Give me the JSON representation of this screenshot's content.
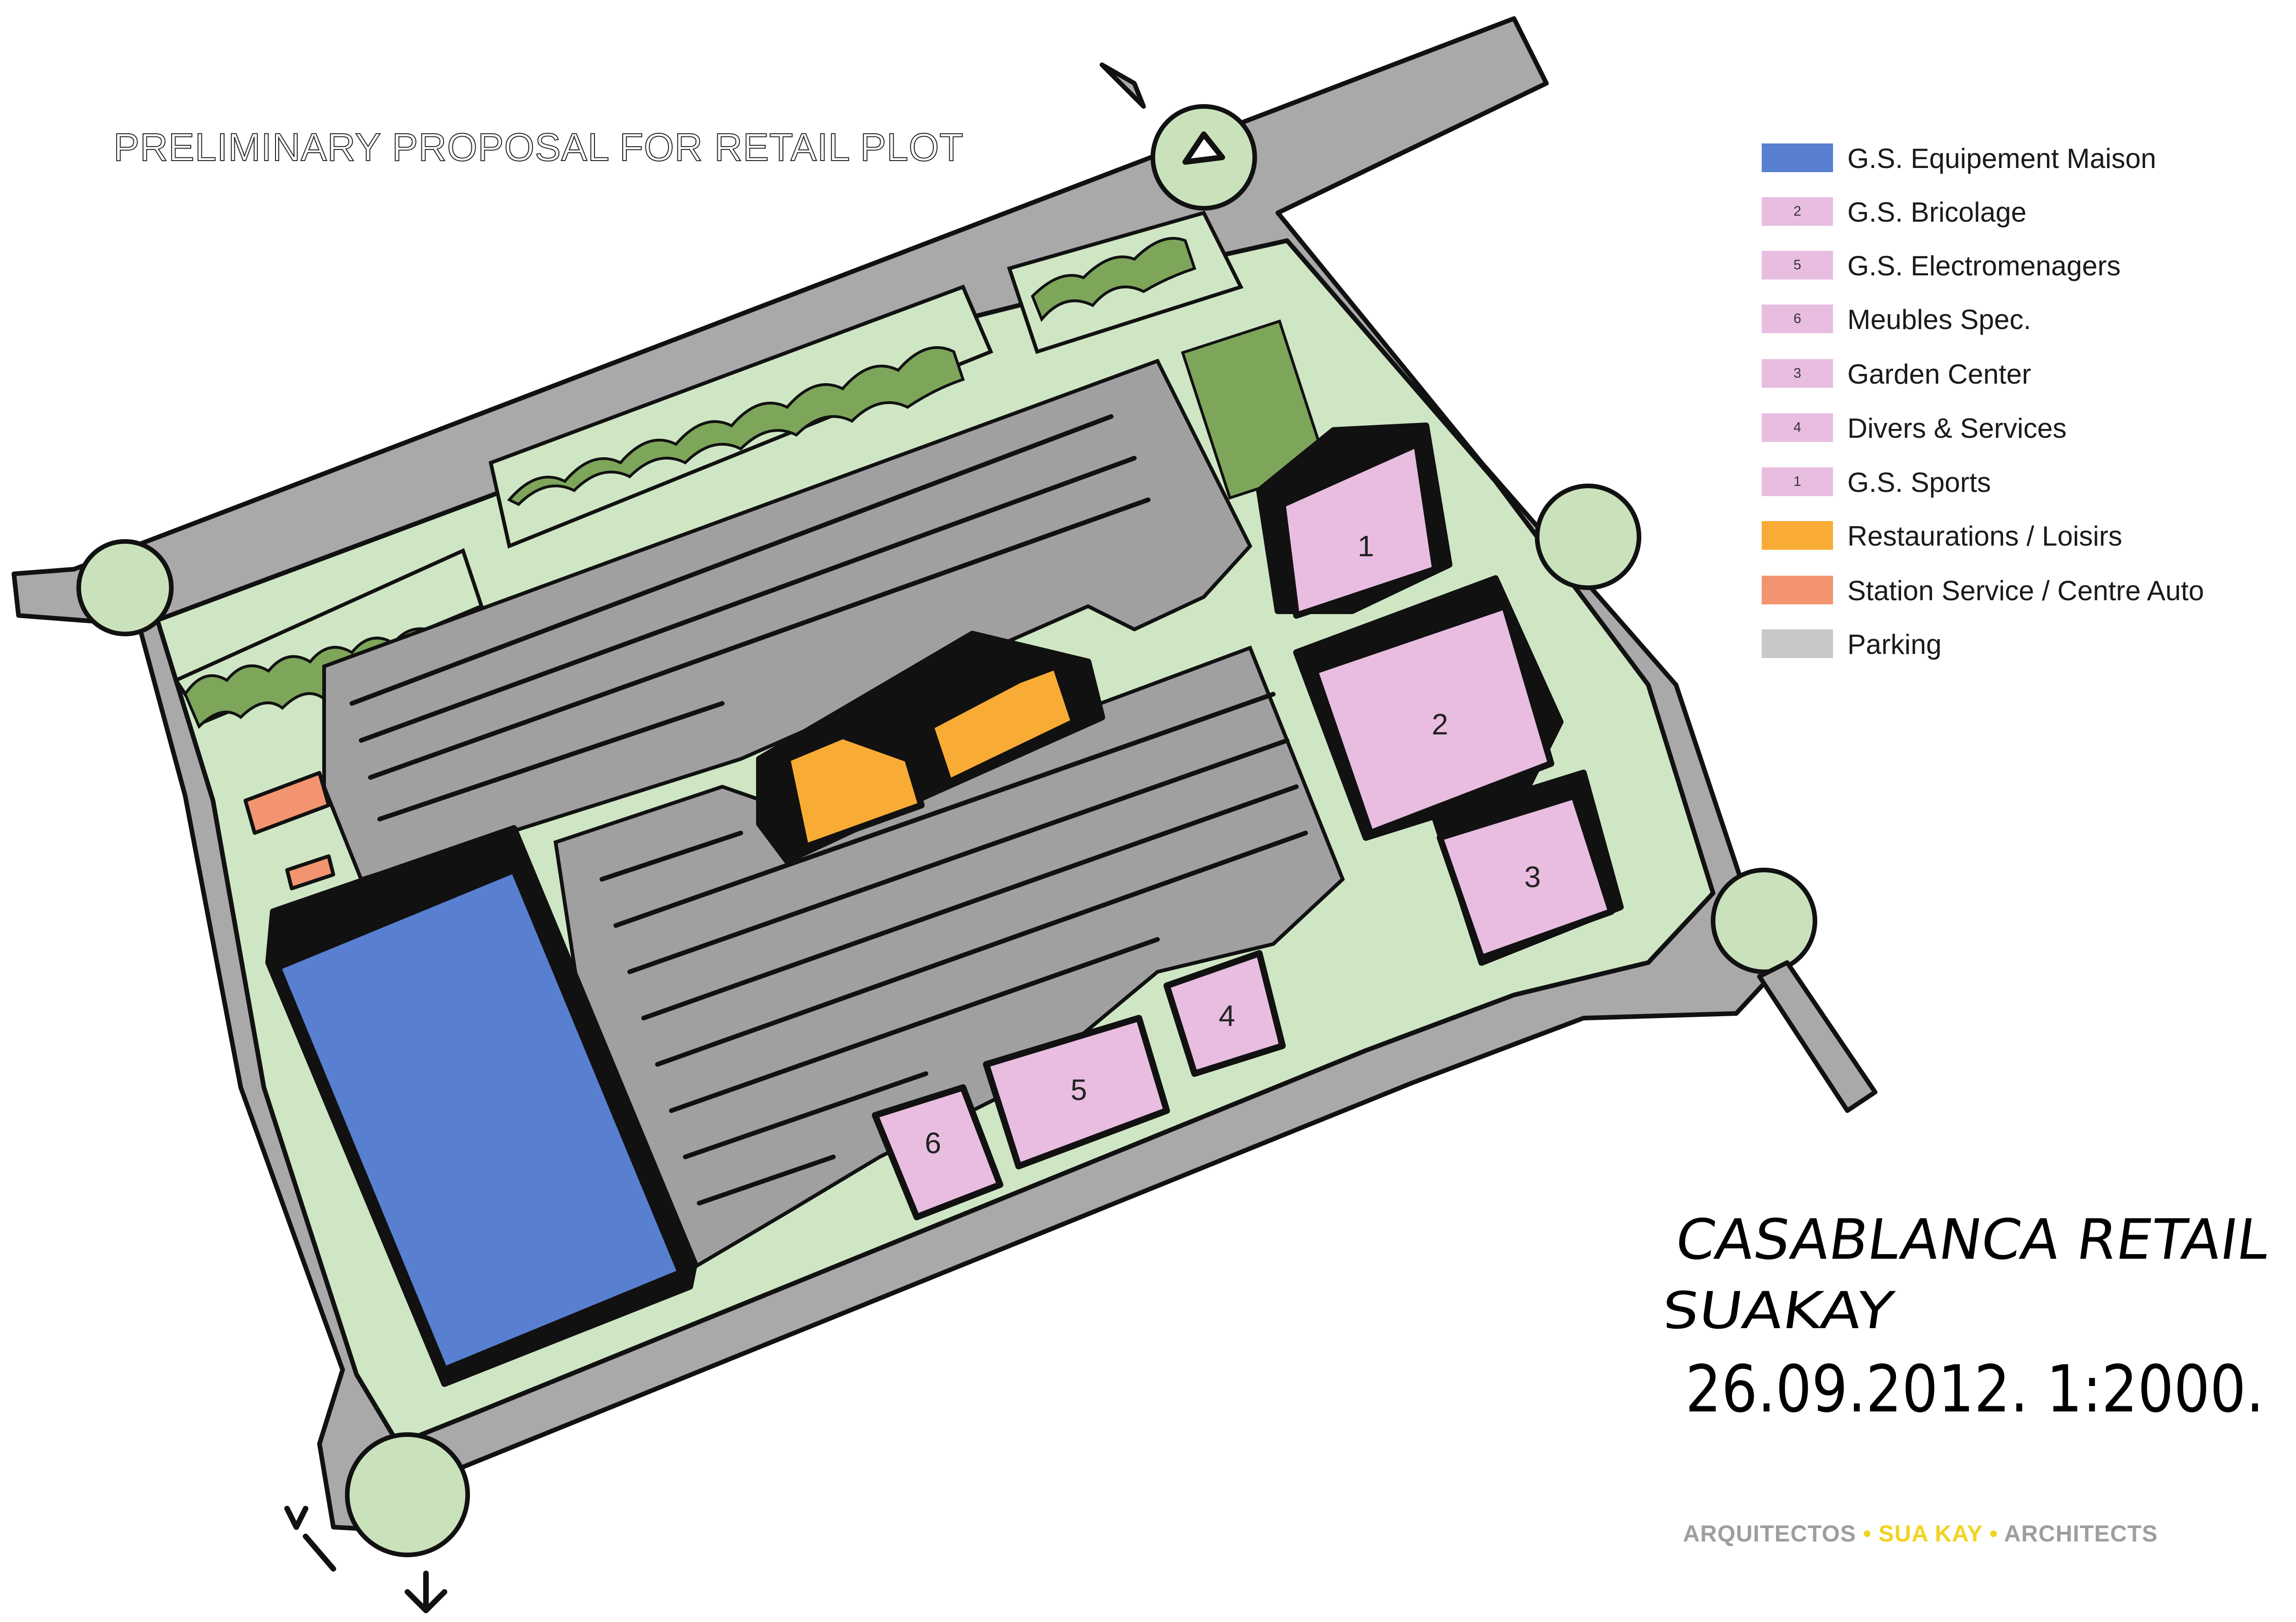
{
  "title": "PRELIMINARY PROPOSAL FOR RETAIL PLOT",
  "legend": [
    {
      "swatch_label": "",
      "label": "G.S. Equipement Maison",
      "color": "#587fd0"
    },
    {
      "swatch_label": "2",
      "label": "G.S. Bricolage",
      "color": "#e8bde0"
    },
    {
      "swatch_label": "5",
      "label": "G.S. Electromenagers",
      "color": "#e8bde0"
    },
    {
      "swatch_label": "6",
      "label": "Meubles Spec.",
      "color": "#e8bde0"
    },
    {
      "swatch_label": "3",
      "label": "Garden Center",
      "color": "#e8bde0"
    },
    {
      "swatch_label": "4",
      "label": "Divers & Services",
      "color": "#e8bde0"
    },
    {
      "swatch_label": "1",
      "label": "G.S. Sports",
      "color": "#e8bde0"
    },
    {
      "swatch_label": "",
      "label": "Restaurations / Loisirs",
      "color": "#f9ac35"
    },
    {
      "swatch_label": "",
      "label": "Station Service / Centre Auto",
      "color": "#f29470"
    },
    {
      "swatch_label": "",
      "label": "Parking",
      "color": "#c8c8c8"
    }
  ],
  "buildings": [
    {
      "id": "1",
      "label": "1"
    },
    {
      "id": "2",
      "label": "2"
    },
    {
      "id": "3",
      "label": "3"
    },
    {
      "id": "4",
      "label": "4"
    },
    {
      "id": "5",
      "label": "5"
    },
    {
      "id": "6",
      "label": "6"
    }
  ],
  "handwritten": {
    "line1": "CASABLANCA RETAIL",
    "line2": "SUAKAY",
    "line3": "26.09.2012. 1:2000."
  },
  "credits": {
    "part1": "ARQUITECTOS",
    "sep1": " • ",
    "part2": "SUA KAY",
    "sep2": " • ",
    "part3": "ARCHITECTS"
  },
  "colors": {
    "road": "#a9a9a9",
    "landscape": "#cfe6c4",
    "trees": "#7ea65a",
    "parking": "#a0a0a0",
    "outline": "#111111"
  }
}
